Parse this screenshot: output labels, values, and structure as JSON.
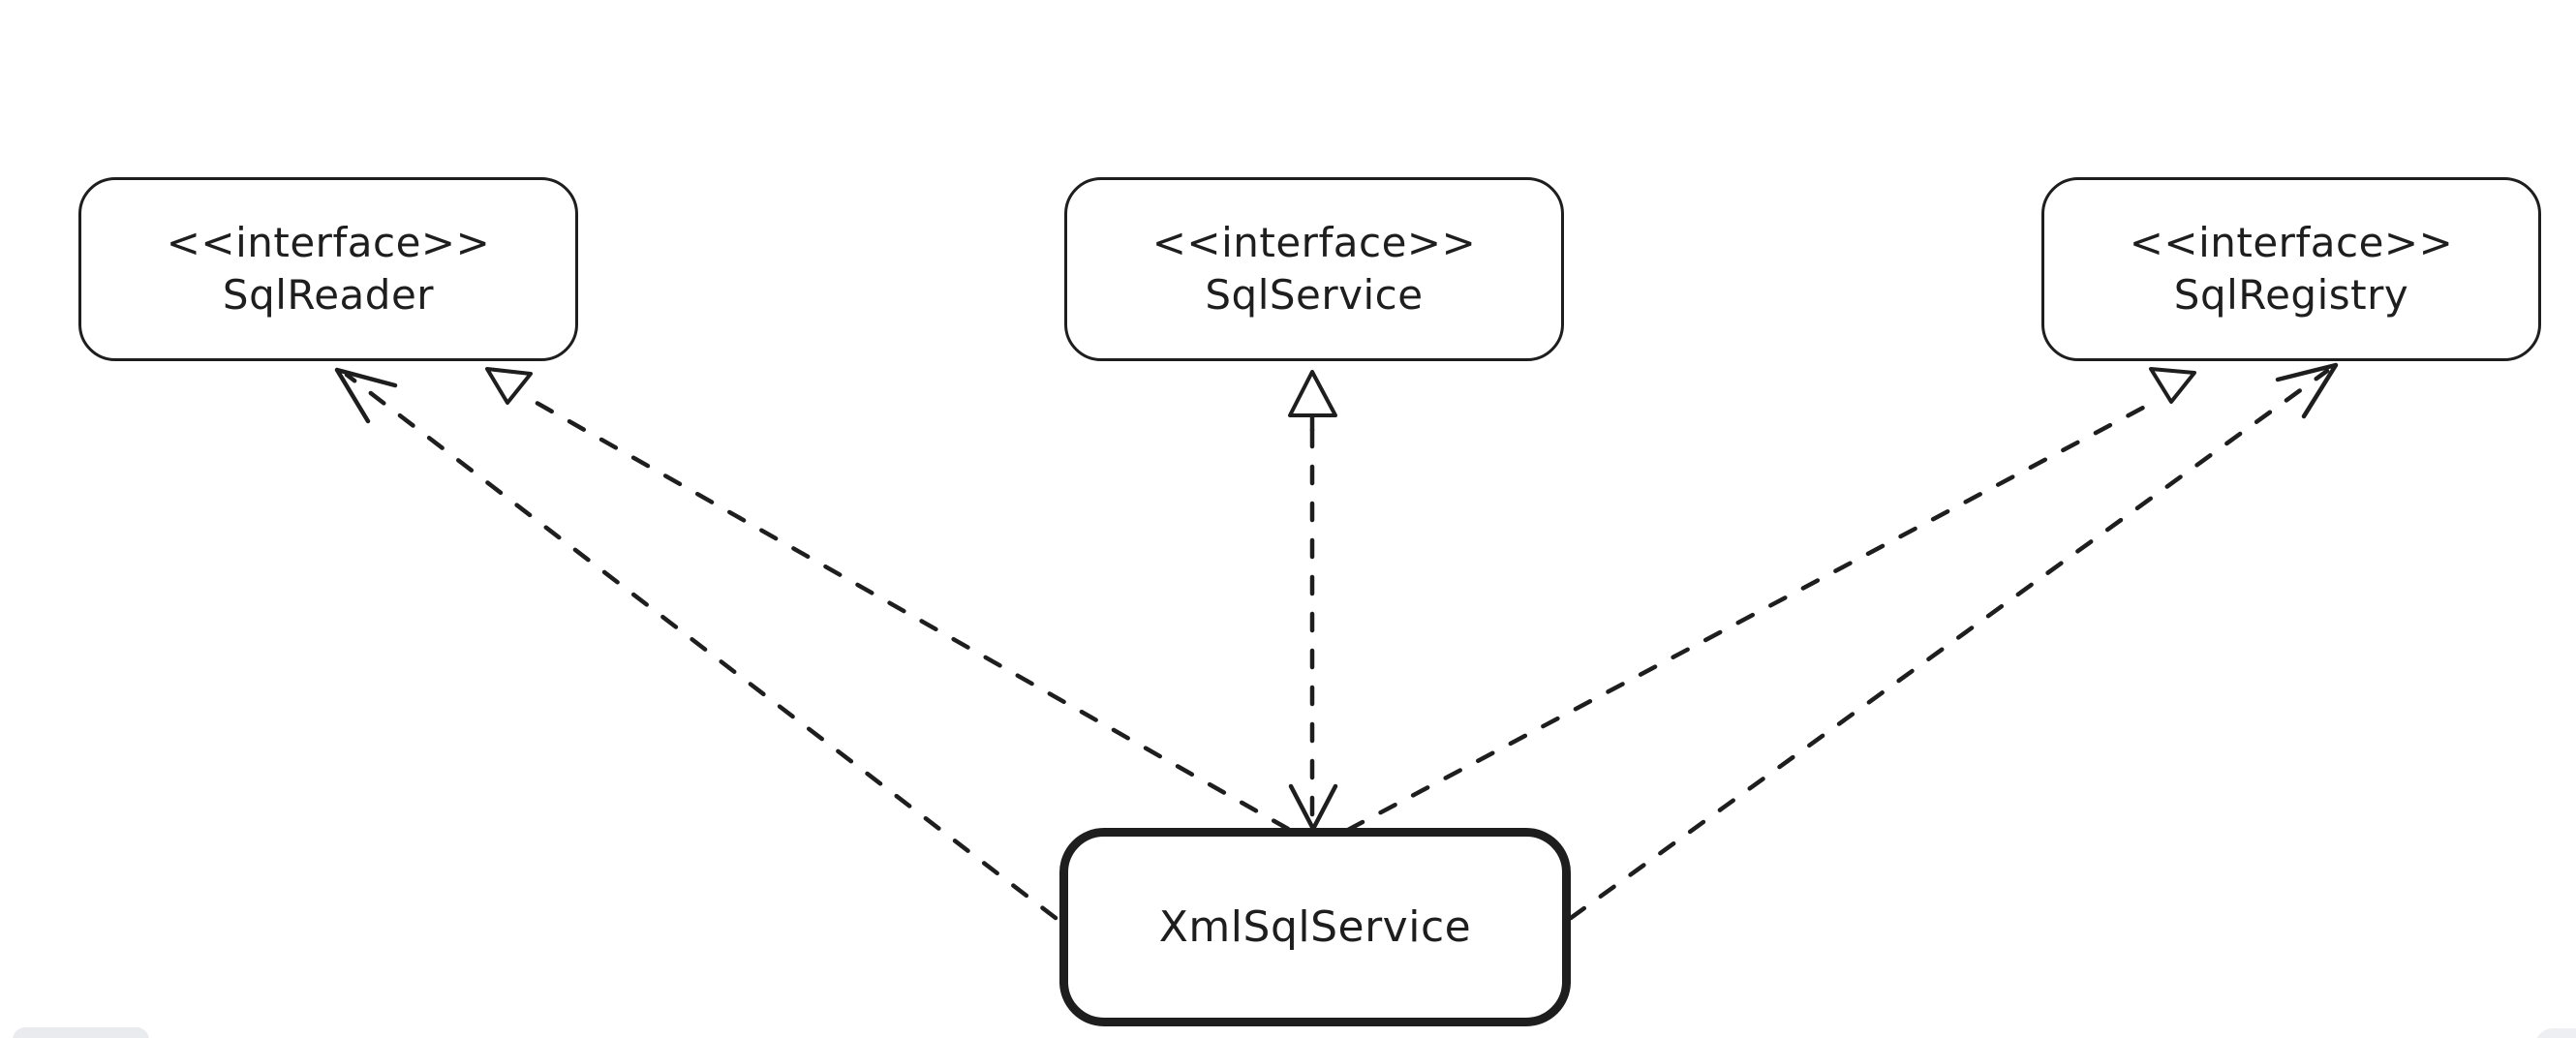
{
  "app": {
    "background": "#ffffff",
    "ink_color": "#1e1e1e",
    "chrome_pill_color": "#e9ebef"
  },
  "nodes": {
    "sqlreader": {
      "stereotype": "<<interface>>",
      "name": "SqlReader"
    },
    "sqlservice": {
      "stereotype": "<<interface>>",
      "name": "SqlService"
    },
    "sqlregistry": {
      "stereotype": "<<interface>>",
      "name": "SqlRegistry"
    },
    "xmlsqlservice": {
      "name": "XmlSqlService"
    }
  },
  "edges": [
    {
      "from": "XmlSqlService",
      "to": "SqlReader",
      "line": "dashed",
      "head_at_to": "open-arrow"
    },
    {
      "from": "XmlSqlService",
      "to": "SqlReader",
      "line": "dashed",
      "head_at_to": "hollow-triangle"
    },
    {
      "from": "XmlSqlService",
      "to": "SqlService",
      "line": "dashed",
      "head_at_to": "hollow-triangle",
      "head_at_from": "open-arrow"
    },
    {
      "from": "XmlSqlService",
      "to": "SqlRegistry",
      "line": "dashed",
      "head_at_to": "hollow-triangle"
    },
    {
      "from": "XmlSqlService",
      "to": "SqlRegistry",
      "line": "dashed",
      "head_at_to": "open-arrow"
    }
  ]
}
